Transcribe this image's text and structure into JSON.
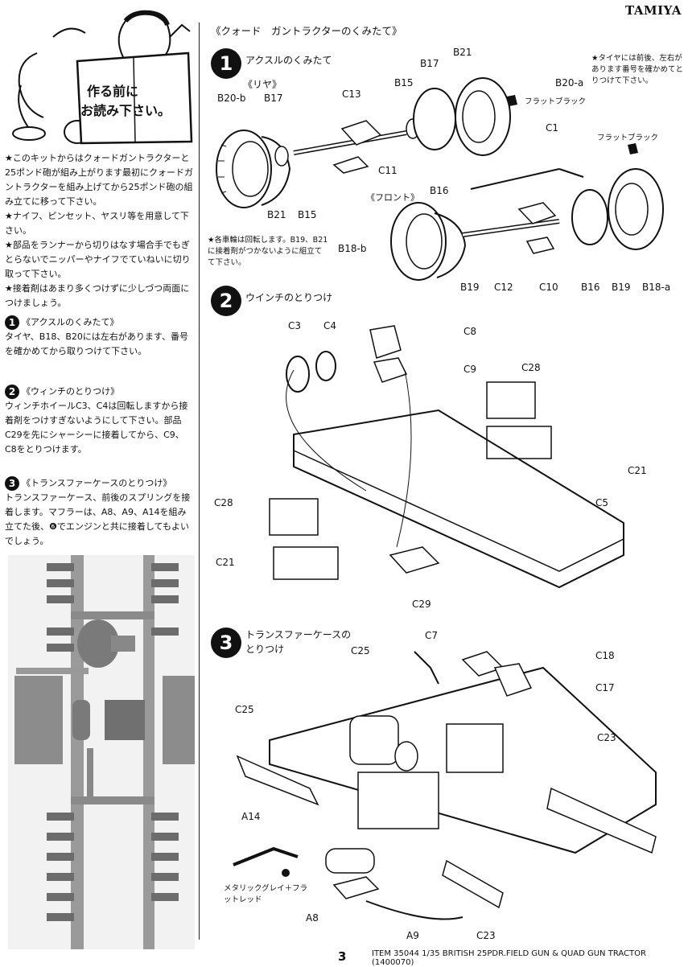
{
  "brand": "TAMIYA",
  "section_title": "《クォード　ガントラクターのくみたて》",
  "bubble": {
    "line1": "作る前に",
    "line2": "お読み下さい。"
  },
  "intro": [
    "★このキットからはクォードガントラクターと25ポンド砲が組み上がります最初にクォードガントラクターを組み上げてから25ポンド砲の組み立てに移って下さい。",
    "★ナイフ、ピンセット、ヤスリ等を用意して下さい。",
    "★部品をランナーから切りはなす場合手でもぎとらないでニッパーやナイフでていねいに切り取って下さい。",
    "★接着剤はあまり多くつけずに少しづつ両面につけましょう。"
  ],
  "steps_text": [
    {
      "num": "1",
      "title": "《アクスルのくみたて》",
      "body": "タイヤ、B18、B20には左右があります、番号を確かめてから取りつけて下さい。"
    },
    {
      "num": "2",
      "title": "《ウィンチのとりつけ》",
      "body": "ウィンチホイールC3、C4は回転しますから接着剤をつけすぎないようにして下さい。部品C29を先にシャーシーに接着してから、C9、C8をとりつけます。"
    },
    {
      "num": "3",
      "title": "《トランスファーケースのとりつけ》",
      "body": "トランスファーケース、前後のスプリングを接着します。マフラーは、A8、A9、A14を組み立てた後、❻でエンジンと共に接着してもよいでしょう。"
    }
  ],
  "step1": {
    "num": "1",
    "label": "アクスルのくみたて",
    "rear": "《リヤ》",
    "front": "《フロント》",
    "parts": [
      "B20-b",
      "B17",
      "C13",
      "B15",
      "B17",
      "B21",
      "B20-a",
      "B21",
      "B15",
      "C11",
      "C1",
      "B16",
      "B18-b",
      "B19",
      "C12",
      "C10",
      "B16",
      "B19",
      "B18-a"
    ],
    "flat_black_1": "フラットブラック",
    "flat_black_2": "フラットブラック",
    "note_tire": "★タイヤには前後、左右があります番号を確かめてとりつけて下さい。",
    "note_wheels": "★各車輪は回転します。B19、B21に接着剤がつかないように組立てて下さい。"
  },
  "step2": {
    "num": "2",
    "label": "ウインチのとりつけ",
    "parts": [
      "C3",
      "C4",
      "C8",
      "C9",
      "C28",
      "C21",
      "C28",
      "C5",
      "C21",
      "C29"
    ]
  },
  "step3": {
    "num": "3",
    "label1": "トランスファーケースの",
    "label2": "とりつけ",
    "parts": [
      "C7",
      "C25",
      "C18",
      "C17",
      "C25",
      "C23",
      "A14",
      "A8",
      "A9",
      "C23"
    ],
    "paint": "メタリックグレイ＋フラットレッド"
  },
  "footer": {
    "page": "3",
    "item": "ITEM 35044  1/35 BRITISH 25PDR.FIELD GUN & QUAD GUN TRACTOR (1400070)"
  }
}
